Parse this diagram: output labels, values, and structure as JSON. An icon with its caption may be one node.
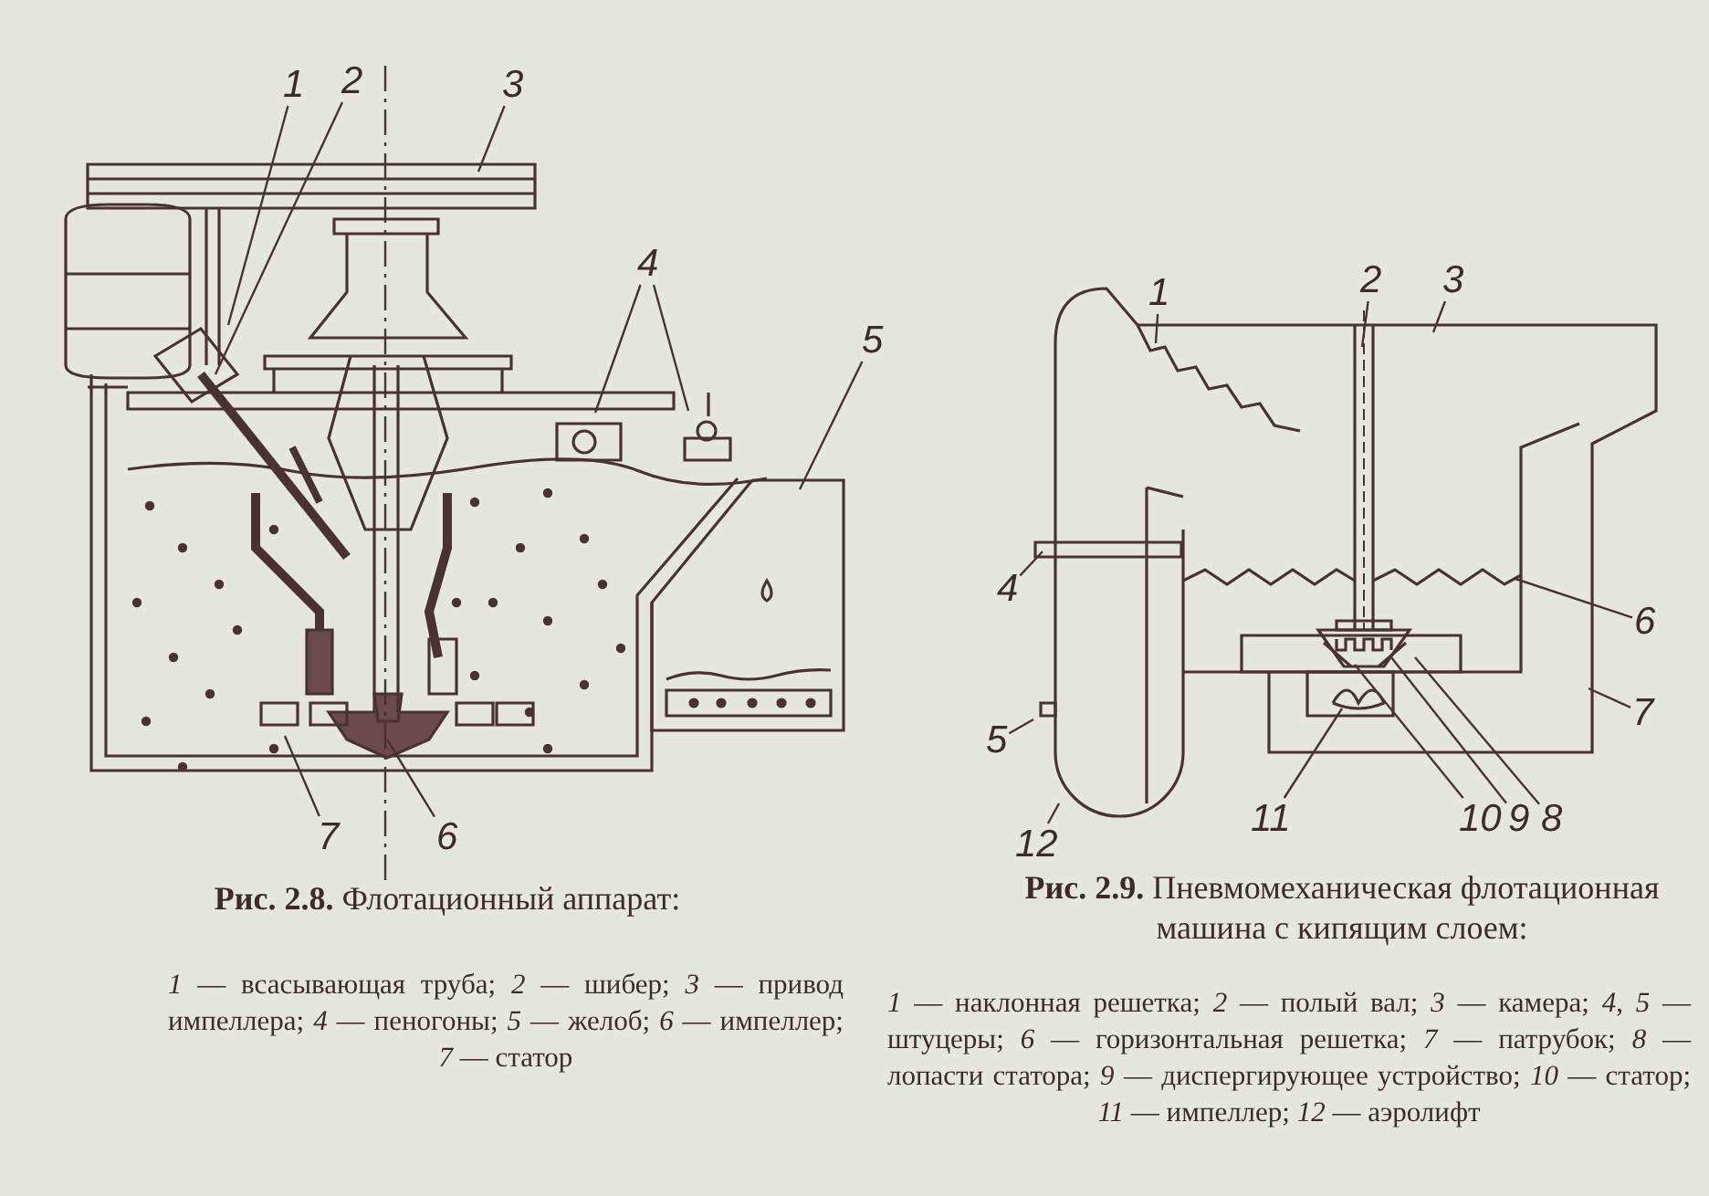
{
  "diagram": {
    "nodes": [
      {
        "text": [
          "1"
        ]
      },
      {
        "text": [
          "2"
        ]
      },
      {
        "text": [
          "3"
        ]
      },
      {
        "text": [
          "4"
        ]
      },
      {
        "text": [
          "5"
        ]
      },
      {
        "text": [
          "6"
        ]
      },
      {
        "text": [
          "7"
        ]
      },
      {
        "text": [
          "1"
        ]
      },
      {
        "text": [
          "2"
        ]
      },
      {
        "text": [
          "3"
        ]
      },
      {
        "text": [
          "4"
        ]
      },
      {
        "text": [
          "5"
        ]
      },
      {
        "text": [
          "6"
        ]
      },
      {
        "text": [
          "7"
        ]
      },
      {
        "text": [
          "8"
        ]
      },
      {
        "text": [
          "9"
        ]
      },
      {
        "text": [
          "10"
        ]
      },
      {
        "text": [
          "11"
        ]
      },
      {
        "text": [
          "12"
        ]
      }
    ],
    "edges": [
      {
        "from": 0,
        "to": null,
        "arrow": "none"
      },
      {
        "from": 1,
        "to": null,
        "arrow": "none"
      },
      {
        "from": 2,
        "to": null,
        "arrow": "none"
      },
      {
        "from": 3,
        "to": null,
        "arrow": "none"
      },
      {
        "from": 3,
        "to": null,
        "arrow": "none"
      },
      {
        "from": 4,
        "to": null,
        "arrow": "none"
      },
      {
        "from": 5,
        "to": null,
        "arrow": "none"
      },
      {
        "from": 6,
        "to": null,
        "arrow": "none"
      },
      {
        "from": 7,
        "to": null,
        "arrow": "none"
      },
      {
        "from": 8,
        "to": null,
        "arrow": "none"
      },
      {
        "from": 9,
        "to": null,
        "arrow": "none"
      },
      {
        "from": 10,
        "to": null,
        "arrow": "none"
      },
      {
        "from": 11,
        "to": null,
        "arrow": "none"
      },
      {
        "from": 12,
        "to": null,
        "arrow": "none"
      },
      {
        "from": 13,
        "to": null,
        "arrow": "none"
      },
      {
        "from": 14,
        "to": null,
        "arrow": "none"
      },
      {
        "from": 15,
        "to": null,
        "arrow": "none"
      },
      {
        "from": 16,
        "to": null,
        "arrow": "none"
      },
      {
        "from": 17,
        "to": null,
        "arrow": "none"
      },
      {
        "from": 18,
        "to": null,
        "arrow": "none"
      }
    ],
    "labels": [
      "**Рис. 2.8.** Флотационный аппарат:",
      "*1* — всасывающая труба; *2* — шибер; *3* — привод импеллера; *4* — пеногоны; *5* — желоб; *6* — импеллер; *7* — статор",
      "**Рис. 2.9.** Пневмомеханическая флотационная машина с кипящим слоем:",
      "*1* — наклонная решетка; *2* — полый вал; *3* — камера; *4*, *5* — штуцеры; *6* — горизонтальная решетка; *7* — патрубок; *8* — лопасти статора; *9* — диспергирующее устройство; *10* — статор; *11* — импеллер; *12* — аэролифт"
    ]
  }
}
